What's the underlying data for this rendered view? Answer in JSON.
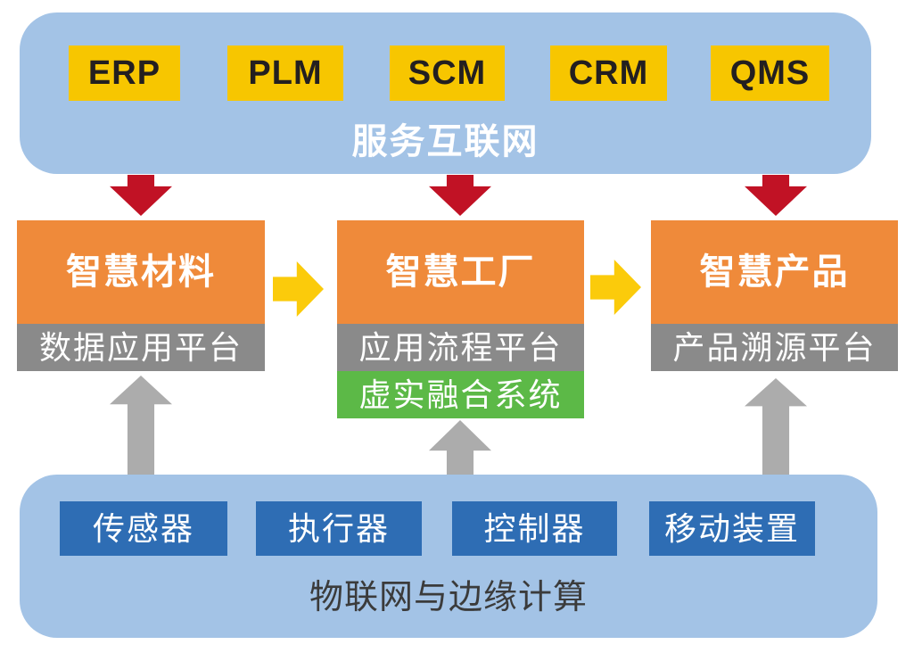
{
  "diagram": {
    "top_panel": {
      "title": "服务互联网",
      "systems": [
        "ERP",
        "PLM",
        "SCM",
        "CRM",
        "QMS"
      ]
    },
    "columns": [
      {
        "title": "智慧材料",
        "platforms": [
          {
            "label": "数据应用平台",
            "style": "gray"
          }
        ]
      },
      {
        "title": "智慧工厂",
        "platforms": [
          {
            "label": "应用流程平台",
            "style": "gray"
          },
          {
            "label": "虚实融合系统",
            "style": "green"
          }
        ]
      },
      {
        "title": "智慧产品",
        "platforms": [
          {
            "label": "产品溯源平台",
            "style": "gray"
          }
        ]
      }
    ],
    "bottom_panel": {
      "title": "物联网与边缘计算",
      "devices": [
        "传感器",
        "执行器",
        "控制器",
        "移动装置"
      ]
    },
    "colors": {
      "panel_blue": "#A3C3E6",
      "system_yellow": "#F7C600",
      "system_text": "#231F20",
      "arrow_red": "#C11225",
      "header_orange": "#EF8A3A",
      "platform_gray": "#8A8A8A",
      "platform_green": "#5CB947",
      "arrow_yellow": "#FBCB0B",
      "arrow_gray": "#ACACAC",
      "device_blue": "#2E6DB4",
      "title_white": "#FFFFFF",
      "bottom_text": "#3B3B3B"
    }
  }
}
